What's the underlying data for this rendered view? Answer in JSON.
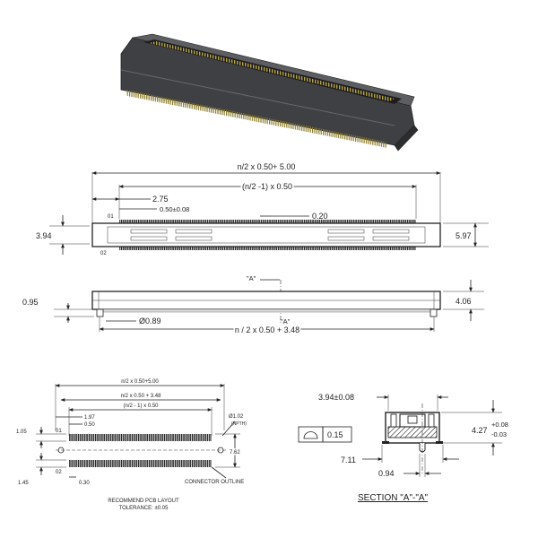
{
  "top_view": {
    "overall": "n/2 x 0.50+ 5.00",
    "pitch_span": "(n/2 -1) x 0.50",
    "offset": "2.75",
    "pitch": "0.50±0.08",
    "pin_width": "0.20",
    "width_left": "3.94",
    "width_right": "5.97",
    "label_01": "01",
    "label_02": "02"
  },
  "side_view": {
    "section_marker": "\"A\"",
    "standoff": "0.95",
    "height": "4.06",
    "peg_diameter": "Ø0.89",
    "length": "n / 2 x 0.50 + 3.48"
  },
  "pcb_layout": {
    "overall": "n/2 x 0.50+5.00",
    "peg_span": "n/2 x 0.50 + 3.48",
    "pitch_span": "(n/2 - 1) x 0.50",
    "hole": "Ø1.02",
    "npth": "(NPTH)",
    "dim_1_97": "1.97",
    "dim_0_50": "0.50",
    "dim_1_05": "1.05",
    "dim_7_62": "7.62",
    "dim_1_45": "1.45",
    "dim_0_30": "0.30",
    "label_01": "01",
    "label_02": "02",
    "connector_outline": "CONNECTOR OUTLINE",
    "caption": "RECOMMEND PCB LAYOUT",
    "tolerance": "TOLERANCE: ±0.05"
  },
  "section": {
    "width": "3.94±0.08",
    "height": "4.27",
    "tol_plus": "+0.08",
    "tol_minus": "-0.03",
    "flatness": "0.15",
    "dim_7_11": "7.11",
    "dim_0_94": "0.94",
    "title": "SECTION \"A\"-\"A\""
  },
  "colors": {
    "connector_body": "#3f4043",
    "connector_top": "#5d5e61",
    "contacts": "#c9b24a"
  }
}
